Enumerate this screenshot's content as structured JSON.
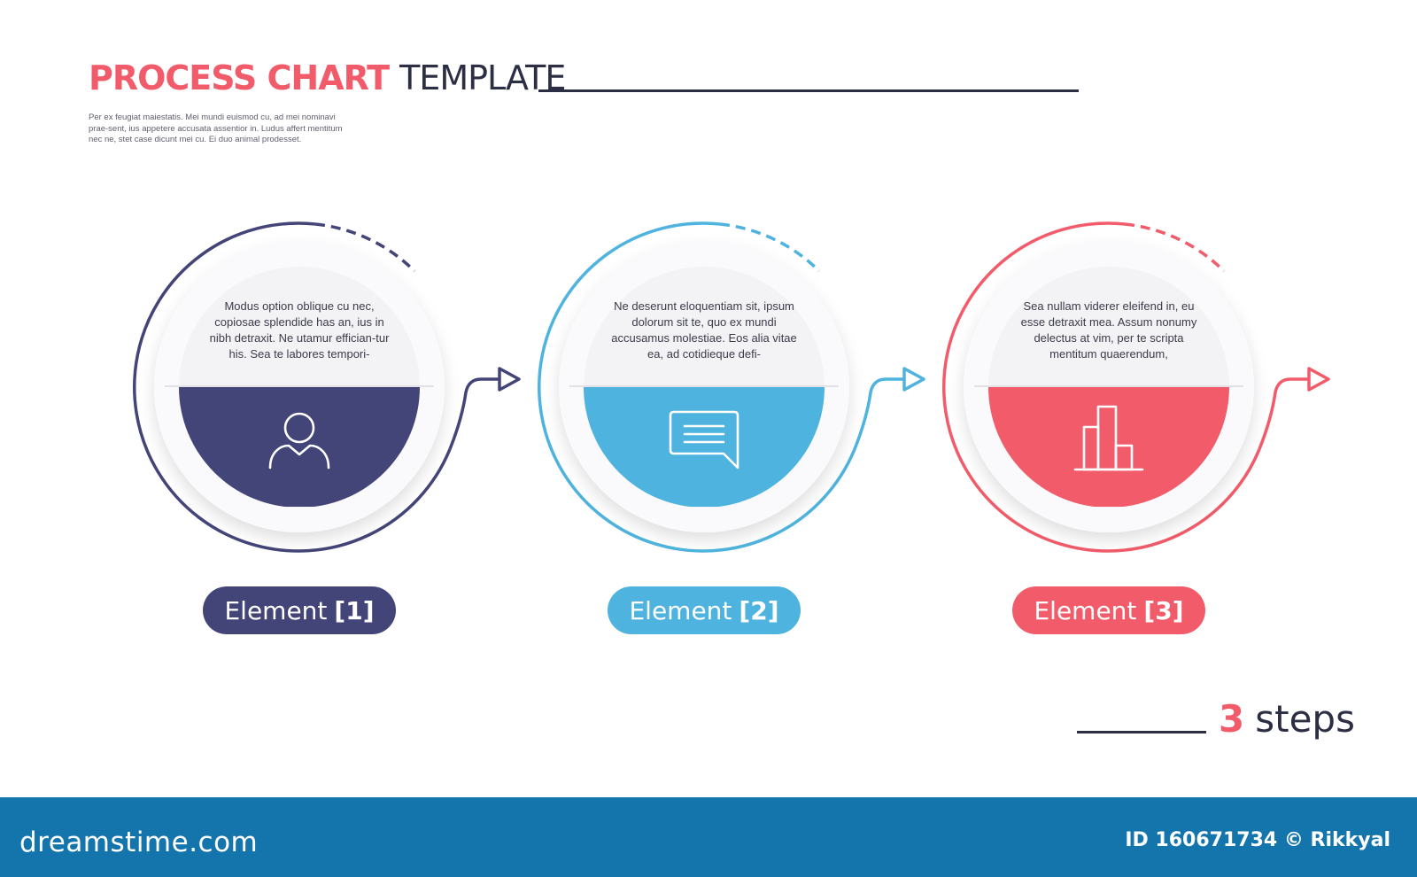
{
  "header": {
    "title_bold": "PROCESS CHART",
    "title_light": "TEMPLATE",
    "intro_text": "Per ex feugiat maiestatis. Mei mundi euismod cu, ad mei nominavi prae-sent, ius appetere accusata assentior in. Ludus affert mentitum nec ne, stet case dicunt mei cu. Ei duo animal prodesset."
  },
  "steps": [
    {
      "text": "Modus option oblique cu nec, copiosae splendide has an, ius in nibh detraxit. Ne utamur effician-tur his. Sea te labores tempori-",
      "label": "Element",
      "number": "[1]",
      "icon": "user-icon",
      "color": "#434477"
    },
    {
      "text": "Ne deserunt eloquentiam sit, ipsum dolorum sit te, quo ex mundi accusamus molestiae. Eos alia vitae ea, ad cotidieque defi-",
      "label": "Element",
      "number": "[2]",
      "icon": "chat-icon",
      "color": "#4eb3de"
    },
    {
      "text": "Sea nullam viderer eleifend in, eu esse detraxit mea. Assum nonumy delectus at vim, per te scripta mentitum quaerendum,",
      "label": "Element",
      "number": "[3]",
      "icon": "buildings-icon",
      "color": "#f15b6a"
    }
  ],
  "summary": {
    "number": "3",
    "label": "steps"
  },
  "footer": {
    "brand": "dreamstime.com",
    "credit": "ID 160671734 © Rikkyal",
    "bg_color": "#1474ac"
  },
  "colors": {
    "accent": "#f15b6a",
    "dark": "#2c2f44"
  }
}
